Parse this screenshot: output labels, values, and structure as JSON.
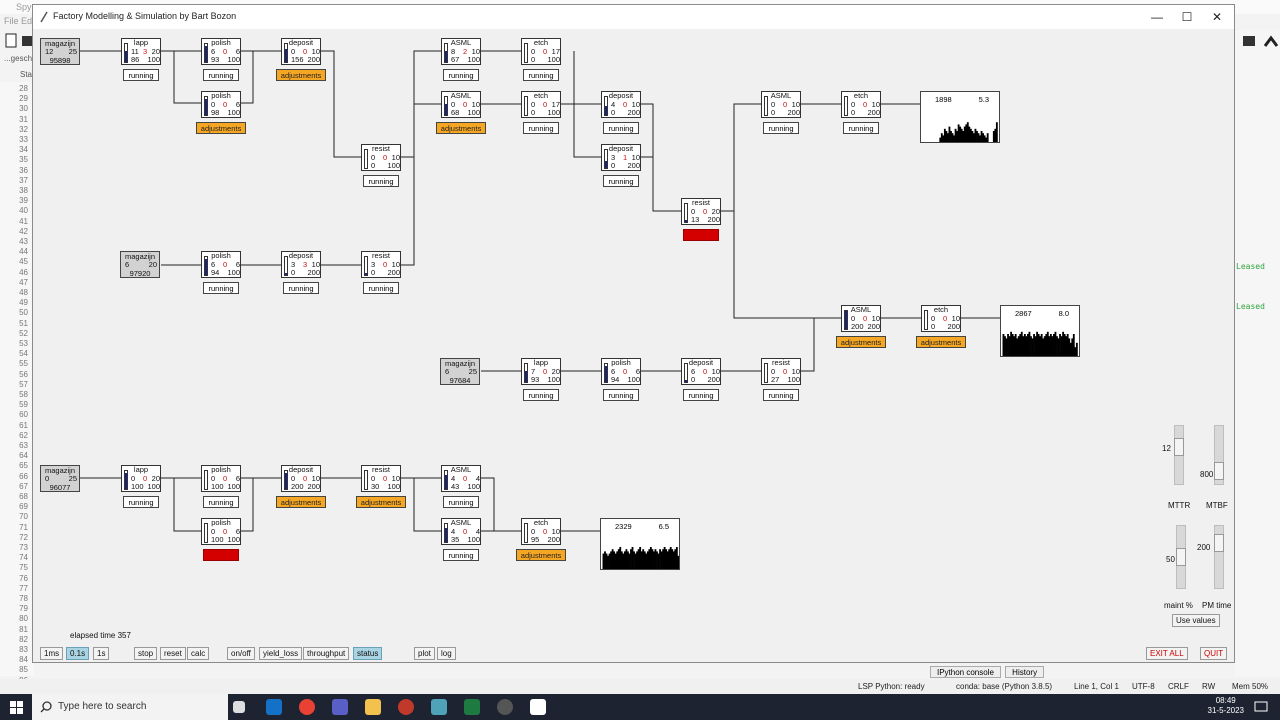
{
  "spyder": {
    "title": "Spy",
    "menu": "File  Edi",
    "file_tab": "...gesch",
    "script_tab": "Sta",
    "line_numbers": [
      "28",
      "29",
      "30",
      "31",
      "32",
      "33",
      "34",
      "35",
      "36",
      "37",
      "38",
      "39",
      "40",
      "41",
      "42",
      "43",
      "44",
      "45",
      "46",
      "47",
      "48",
      "49",
      "50",
      "51",
      "52",
      "53",
      "54",
      "55",
      "56",
      "57",
      "58",
      "59",
      "60",
      "61",
      "62",
      "63",
      "64",
      "65",
      "66",
      "67",
      "68",
      "69",
      "70",
      "71",
      "72",
      "73",
      "74",
      "75",
      "76",
      "77",
      "78",
      "79",
      "80",
      "81",
      "82",
      "83",
      "84",
      "85",
      "86"
    ],
    "leased": [
      "Leased",
      "Leased"
    ],
    "console_tabs": [
      "IPython console",
      "History"
    ],
    "status": {
      "lsp": "LSP Python: ready",
      "conda": "conda: base (Python 3.8.5)",
      "cursor": "Line 1, Col 1",
      "encoding": "UTF-8",
      "eol": "CRLF",
      "rw": "RW",
      "mem": "Mem 50%"
    }
  },
  "window": {
    "title": "Factory Modelling & Simulation by Bart Bozon",
    "minimize": "—",
    "maximize": "☐",
    "close": "✕"
  },
  "magazines": [
    {
      "id": "mag1",
      "name": "magazijn",
      "a": "12",
      "b": "25",
      "total": "95898"
    },
    {
      "id": "mag2",
      "name": "magazijn",
      "a": "6",
      "b": "20",
      "total": "97920"
    },
    {
      "id": "mag3",
      "name": "magazijn",
      "a": "6",
      "b": "25",
      "total": "97684"
    },
    {
      "id": "mag4",
      "name": "magazijn",
      "a": "0",
      "b": "25",
      "total": "96077"
    }
  ],
  "machines": [
    {
      "id": "l1-lapp",
      "name": "lapp",
      "q": "11",
      "r": "3",
      "cap": "20",
      "done": "86",
      "max": "100",
      "fill": 0.6,
      "status": "running"
    },
    {
      "id": "l1-polish-a",
      "name": "polish",
      "q": "6",
      "r": "0",
      "cap": "6",
      "done": "93",
      "max": "100",
      "fill": 0.9,
      "status": "running"
    },
    {
      "id": "l1-polish-b",
      "name": "polish",
      "q": "0",
      "r": "0",
      "cap": "6",
      "done": "98",
      "max": "100",
      "fill": 0.9,
      "status": "adjustments"
    },
    {
      "id": "l1-deposit",
      "name": "deposit",
      "q": "0",
      "r": "0",
      "cap": "10",
      "done": "156",
      "max": "200",
      "fill": 0.7,
      "status": "adjustments"
    },
    {
      "id": "l1-resist",
      "name": "resist",
      "q": "0",
      "r": "0",
      "cap": "10",
      "done": "0",
      "max": "100",
      "fill": 0.0,
      "status": "running"
    },
    {
      "id": "l1-asml-a",
      "name": "ASML",
      "q": "8",
      "r": "2",
      "cap": "10",
      "done": "67",
      "max": "100",
      "fill": 0.6,
      "status": "running"
    },
    {
      "id": "l1-asml-b",
      "name": "ASML",
      "q": "0",
      "r": "0",
      "cap": "10",
      "done": "68",
      "max": "100",
      "fill": 0.6,
      "status": "adjustments"
    },
    {
      "id": "l1-etch-a",
      "name": "etch",
      "q": "0",
      "r": "0",
      "cap": "17",
      "done": "0",
      "max": "100",
      "fill": 0.0,
      "status": "running"
    },
    {
      "id": "l1-etch-b",
      "name": "etch",
      "q": "0",
      "r": "0",
      "cap": "17",
      "done": "0",
      "max": "100",
      "fill": 0.0,
      "status": "running"
    },
    {
      "id": "l1-deposit-a",
      "name": "deposit",
      "q": "4",
      "r": "0",
      "cap": "10",
      "done": "0",
      "max": "200",
      "fill": 0.5,
      "status": "running"
    },
    {
      "id": "l1-deposit-b",
      "name": "deposit",
      "q": "3",
      "r": "1",
      "cap": "10",
      "done": "0",
      "max": "200",
      "fill": 0.4,
      "status": "running"
    },
    {
      "id": "l1-resist2",
      "name": "resist",
      "q": "0",
      "r": "0",
      "cap": "20",
      "done": "13",
      "max": "200",
      "fill": 0.1,
      "status": "failed"
    },
    {
      "id": "l1-asml-c",
      "name": "ASML",
      "q": "0",
      "r": "0",
      "cap": "10",
      "done": "0",
      "max": "200",
      "fill": 0.0,
      "status": "running"
    },
    {
      "id": "l1-etch-c",
      "name": "etch",
      "q": "0",
      "r": "0",
      "cap": "10",
      "done": "0",
      "max": "200",
      "fill": 0.0,
      "status": "running"
    },
    {
      "id": "l2-polish",
      "name": "polish",
      "q": "6",
      "r": "0",
      "cap": "6",
      "done": "94",
      "max": "100",
      "fill": 0.9,
      "status": "running"
    },
    {
      "id": "l2-deposit",
      "name": "deposit",
      "q": "3",
      "r": "3",
      "cap": "10",
      "done": "0",
      "max": "200",
      "fill": 0.1,
      "status": "running"
    },
    {
      "id": "l2-resist",
      "name": "resist",
      "q": "3",
      "r": "0",
      "cap": "10",
      "done": "0",
      "max": "200",
      "fill": 0.1,
      "status": "running"
    },
    {
      "id": "l3-asml",
      "name": "ASML",
      "q": "0",
      "r": "0",
      "cap": "10",
      "done": "200",
      "max": "200",
      "fill": 1.0,
      "status": "adjustments"
    },
    {
      "id": "l3-etch",
      "name": "etch",
      "q": "0",
      "r": "0",
      "cap": "10",
      "done": "0",
      "max": "200",
      "fill": 0.0,
      "status": "adjustments"
    },
    {
      "id": "l3-lapp",
      "name": "lapp",
      "q": "7",
      "r": "0",
      "cap": "20",
      "done": "93",
      "max": "100",
      "fill": 0.6,
      "status": "running"
    },
    {
      "id": "l3-polish",
      "name": "polish",
      "q": "6",
      "r": "0",
      "cap": "6",
      "done": "94",
      "max": "100",
      "fill": 0.9,
      "status": "running"
    },
    {
      "id": "l3-deposit",
      "name": "deposit",
      "q": "6",
      "r": "0",
      "cap": "10",
      "done": "0",
      "max": "200",
      "fill": 0.1,
      "status": "running"
    },
    {
      "id": "l3-resist",
      "name": "resist",
      "q": "0",
      "r": "0",
      "cap": "10",
      "done": "27",
      "max": "100",
      "fill": 0.0,
      "status": "running"
    },
    {
      "id": "l4-lapp",
      "name": "lapp",
      "q": "0",
      "r": "0",
      "cap": "20",
      "done": "100",
      "max": "100",
      "fill": 0.9,
      "status": "running"
    },
    {
      "id": "l4-polish-a",
      "name": "polish",
      "q": "0",
      "r": "0",
      "cap": "6",
      "done": "100",
      "max": "100",
      "fill": 0.0,
      "status": "running"
    },
    {
      "id": "l4-polish-b",
      "name": "polish",
      "q": "0",
      "r": "0",
      "cap": "6",
      "done": "100",
      "max": "100",
      "fill": 0.0,
      "status": "failed"
    },
    {
      "id": "l4-deposit",
      "name": "deposit",
      "q": "0",
      "r": "0",
      "cap": "10",
      "done": "200",
      "max": "200",
      "fill": 0.9,
      "status": "adjustments"
    },
    {
      "id": "l4-resist",
      "name": "resist",
      "q": "0",
      "r": "0",
      "cap": "10",
      "done": "30",
      "max": "100",
      "fill": 0.0,
      "status": "adjustments"
    },
    {
      "id": "l4-asml-a",
      "name": "ASML",
      "q": "4",
      "r": "0",
      "cap": "4",
      "done": "43",
      "max": "100",
      "fill": 0.8,
      "status": "running"
    },
    {
      "id": "l4-asml-b",
      "name": "ASML",
      "q": "4",
      "r": "0",
      "cap": "4",
      "done": "35",
      "max": "100",
      "fill": 0.8,
      "status": "running"
    },
    {
      "id": "l4-etch",
      "name": "etch",
      "q": "0",
      "r": "0",
      "cap": "10",
      "done": "95",
      "max": "200",
      "fill": 0.0,
      "status": "adjustments"
    }
  ],
  "status_labels": {
    "running": "running",
    "adjustments": "adjustments",
    "failed": ""
  },
  "output_charts": [
    {
      "id": "out1",
      "value1": "1898",
      "value2": "5.3",
      "bars": [
        0,
        0,
        0,
        0,
        0,
        0,
        0,
        0,
        0,
        0,
        0,
        0,
        2,
        4,
        3,
        6,
        5,
        4,
        7,
        5,
        4,
        3,
        6,
        5,
        8,
        7,
        6,
        5,
        7,
        8,
        9,
        7,
        6,
        5,
        4,
        6,
        5,
        4,
        3,
        5,
        4,
        3,
        2,
        4,
        0,
        0,
        0,
        5,
        6,
        9,
        0
      ]
    },
    {
      "id": "out2",
      "value1": "2867",
      "value2": "8.0",
      "bars": [
        0,
        10,
        9,
        8,
        10,
        9,
        11,
        10,
        9,
        10,
        8,
        9,
        10,
        11,
        9,
        10,
        9,
        10,
        11,
        9,
        8,
        10,
        9,
        11,
        10,
        9,
        10,
        8,
        9,
        10,
        11,
        9,
        10,
        9,
        10,
        11,
        9,
        8,
        10,
        9,
        11,
        10,
        9,
        10,
        8,
        6,
        8,
        10,
        4,
        6,
        0
      ]
    },
    {
      "id": "out3",
      "value1": "2329",
      "value2": "6.5",
      "bars": [
        0,
        7,
        8,
        7,
        6,
        7,
        8,
        9,
        8,
        7,
        8,
        9,
        10,
        8,
        7,
        8,
        9,
        8,
        7,
        9,
        10,
        8,
        7,
        8,
        9,
        10,
        8,
        9,
        8,
        7,
        8,
        9,
        10,
        9,
        8,
        9,
        8,
        7,
        9,
        8,
        9,
        10,
        9,
        8,
        9,
        10,
        9,
        8,
        9,
        10,
        6
      ]
    }
  ],
  "controls": {
    "elapsed": "elapsed time 357",
    "speed": [
      "1ms",
      "0.1s",
      "1s"
    ],
    "actions": [
      "stop",
      "reset",
      "calc"
    ],
    "toggles": [
      "on/off",
      "yield_loss",
      "throughput",
      "status"
    ],
    "views": [
      "plot",
      "log"
    ],
    "exit_all": "EXIT ALL",
    "quit": "QUIT"
  },
  "sliders": {
    "mttr": {
      "label": "MTTR",
      "value": "12",
      "level": 0.65
    },
    "mtbf": {
      "label": "MTBF",
      "value": "800",
      "level": 0.4
    },
    "maint": {
      "label": "maint %",
      "value": "50",
      "level": 0.6
    },
    "pm_time": {
      "label": "PM time",
      "value": "200",
      "level": 0.7
    },
    "use_values": "Use values"
  },
  "taskbar": {
    "search_placeholder": "Type here to search",
    "time": "08:49",
    "date": "31-5-2023"
  },
  "colors": {
    "adjustments": "#f5a623",
    "failed": "#d40000",
    "queue_fill": "#1a237e",
    "magazine_bg": "#d2d2d2",
    "active_button": "#a9d4e4"
  }
}
